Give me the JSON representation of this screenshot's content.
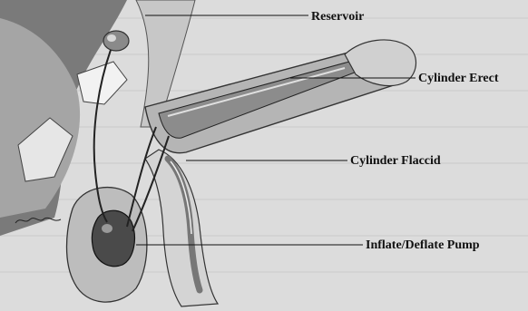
{
  "figure": {
    "labels": {
      "reservoir": "Reservoir",
      "cylinder_erect": "Cylinder Erect",
      "cylinder_flaccid": "Cylinder Flaccid",
      "pump": "Inflate/Deflate Pump"
    },
    "colors": {
      "background": "#dcdcdc",
      "tissue_light": "#e9e9e9",
      "tissue_mid": "#b8b8b8",
      "tissue_dark": "#6e6e6e",
      "ink": "#111111"
    }
  }
}
